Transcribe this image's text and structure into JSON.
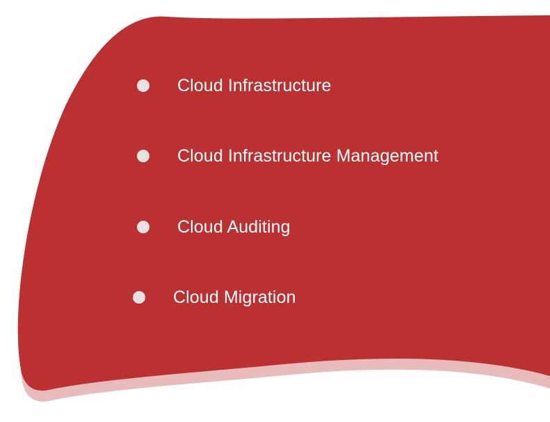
{
  "colors": {
    "background": "#ffffff",
    "panel": "#bb3131",
    "panel_shadow": "#e8bcbc",
    "bullet": "#e6e2e2",
    "text": "#ffffff"
  },
  "services": {
    "items": [
      {
        "label": "Cloud Infrastructure",
        "icon": "bullet-dot-icon"
      },
      {
        "label": "Cloud Infrastructure Management",
        "icon": "bullet-dot-icon"
      },
      {
        "label": "Cloud Auditing",
        "icon": "bullet-dot-icon"
      },
      {
        "label": "Cloud Migration",
        "icon": "bullet-dot-icon"
      }
    ]
  }
}
